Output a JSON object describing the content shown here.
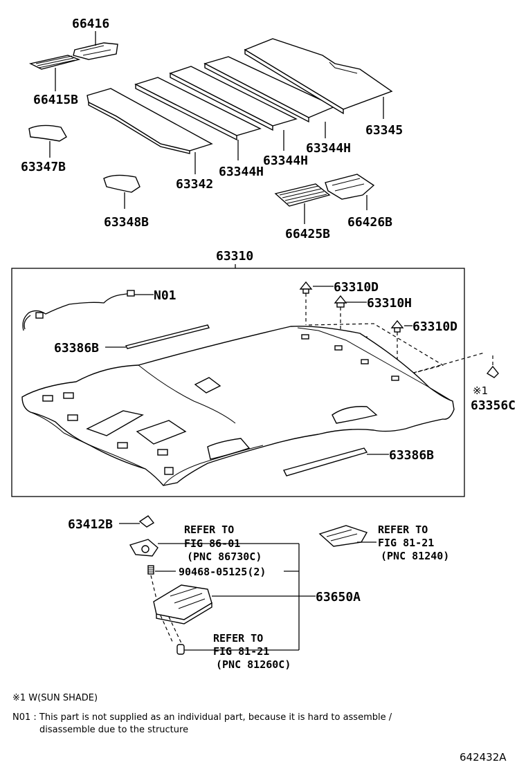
{
  "labels": {
    "p66416": "66416",
    "p66415B": "66415B",
    "p63347B": "63347B",
    "p63348B": "63348B",
    "p63342": "63342",
    "p63344H_a": "63344H",
    "p63344H_b": "63344H",
    "p63344H_c": "63344H",
    "p63345": "63345",
    "p66425B": "66425B",
    "p66426B": "66426B",
    "p63310": "63310",
    "pN01": "N01",
    "p63310D_a": "63310D",
    "p63310H": "63310H",
    "p63310D_b": "63310D",
    "p63386B_a": "63386B",
    "p63386B_b": "63386B",
    "p63356C": "63356C",
    "mark1": "※1",
    "p63412B": "63412B",
    "p90468": "90468-05125(2)",
    "p63650A": "63650A"
  },
  "refs": {
    "r1": {
      "line1": "REFER TO",
      "line2": "FIG 86-01",
      "line3": "(PNC 86730C)"
    },
    "r2": {
      "line1": "REFER TO",
      "line2": "FIG 81-21",
      "line3": "(PNC 81240)"
    },
    "r3": {
      "line1": "REFER TO",
      "line2": "FIG 81-21",
      "line3": "(PNC 81260C)"
    }
  },
  "notes": {
    "n1": "※1 W(SUN SHADE)",
    "n2a": "N01 : This part is not supplied as an individual part, because it is hard to assemble /",
    "n2b": "disassemble due to the structure"
  },
  "diagram_code": "642432A"
}
